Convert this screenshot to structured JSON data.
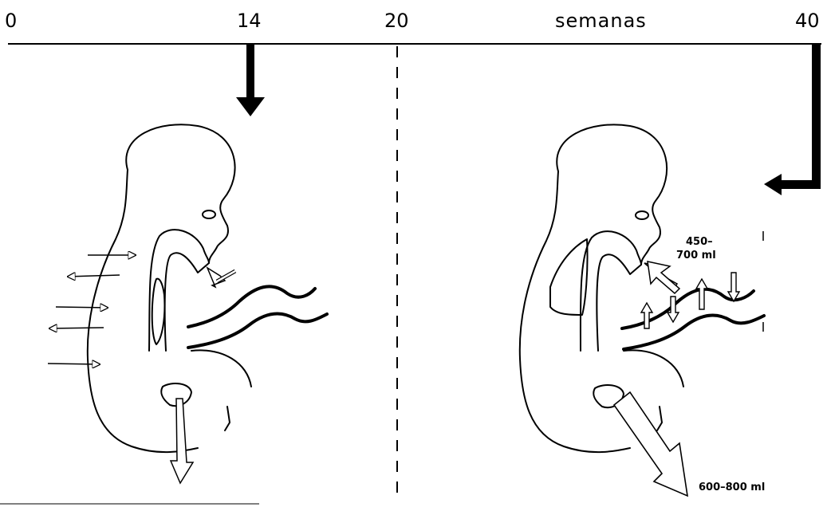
{
  "timeline": {
    "ticks": [
      "0",
      "14",
      "20",
      "40"
    ],
    "unit": "semanas"
  },
  "annotations": {
    "swallow_volume_line1": "450–",
    "swallow_volume_line2": "700 ml",
    "urine_volume": "600–800 ml"
  },
  "colors": {
    "ink": "#000000",
    "background": "#ffffff"
  }
}
